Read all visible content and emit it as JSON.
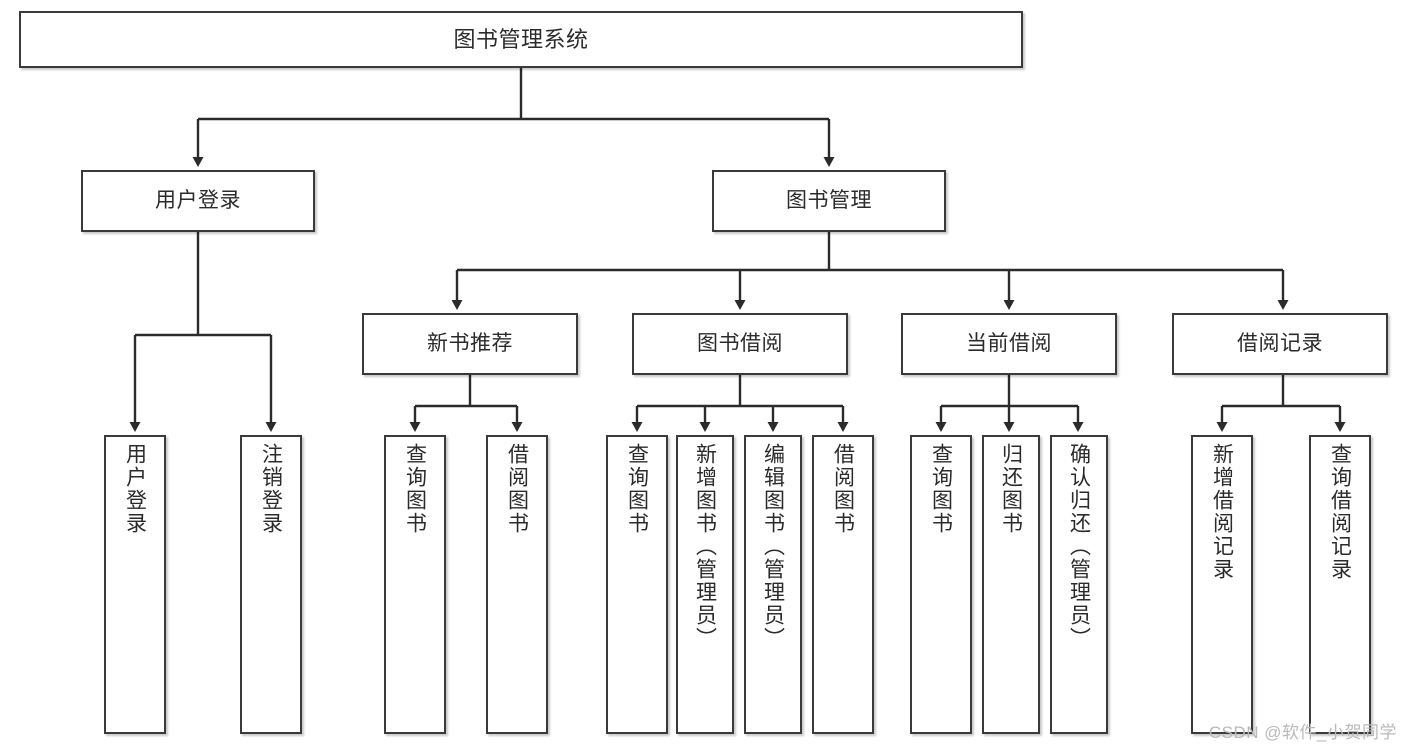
{
  "diagram": {
    "title": "图书管理系统",
    "type": "tree-hierarchy-diagram",
    "accent_border_color": "#3a3a3a",
    "text_color": "#2b2b2b",
    "background_color": "#ffffff",
    "watermark": "CSDN @软件_小贺同学"
  },
  "nodes": {
    "root": {
      "label": "图书管理系统"
    },
    "level2": [
      {
        "label": "用户登录"
      },
      {
        "label": "图书管理"
      }
    ],
    "level3": [
      {
        "label": "新书推荐"
      },
      {
        "label": "图书借阅"
      },
      {
        "label": "当前借阅"
      },
      {
        "label": "借阅记录"
      }
    ],
    "leaves": {
      "user_login": [
        {
          "label": "用户登录"
        },
        {
          "label": "注销登录"
        }
      ],
      "new_book_rec": [
        {
          "label": "查询图书"
        },
        {
          "label": "借阅图书"
        }
      ],
      "book_borrow": [
        {
          "label": "查询图书"
        },
        {
          "label": "新增图书（管理员）"
        },
        {
          "label": "编辑图书（管理员）"
        },
        {
          "label": "借阅图书"
        }
      ],
      "current_borrow": [
        {
          "label": "查询图书"
        },
        {
          "label": "归还图书"
        },
        {
          "label": "确认归还（管理员）"
        }
      ],
      "borrow_record": [
        {
          "label": "新增借阅记录"
        },
        {
          "label": "查询借阅记录"
        }
      ]
    }
  }
}
